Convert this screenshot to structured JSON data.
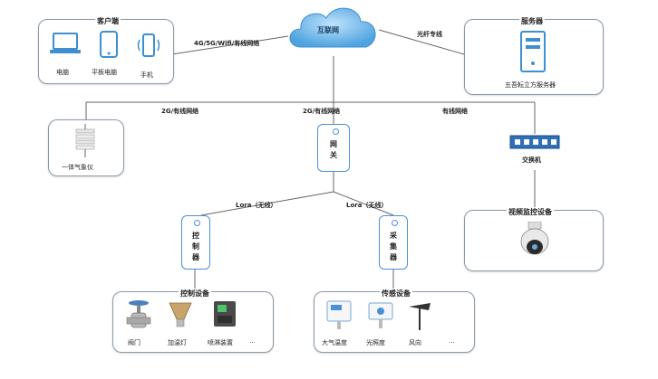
{
  "cloud": {
    "label": "互联网"
  },
  "links": {
    "client_internet": "4G/5G/Wifi/有线网络",
    "internet_server": "光纤专线",
    "gateway_weather": "2G/有线网络",
    "gateway_internet": "2G/有线网络",
    "gateway_switch": "有线网络",
    "gateway_controller": "Lora（无线）",
    "gateway_collector": "Lora（无线）"
  },
  "client": {
    "title": "客户端",
    "items": [
      "电脑",
      "平板电脑",
      "手机"
    ]
  },
  "server": {
    "title": "服务器",
    "label": "五吾耘立方服务器"
  },
  "weather_station": {
    "label": "一体气象仪"
  },
  "gateway": {
    "label_chars": [
      "网",
      "关"
    ]
  },
  "switch": {
    "label": "交换机"
  },
  "video": {
    "title": "视频监控设备"
  },
  "controller": {
    "label_chars": [
      "控",
      "制",
      "器"
    ]
  },
  "collector": {
    "label_chars": [
      "采",
      "集",
      "器"
    ]
  },
  "control_devices": {
    "title": "控制设备",
    "items": [
      "阀门",
      "加温灯",
      "喷淋装置"
    ],
    "more": "..."
  },
  "sensor_devices": {
    "title": "传感设备",
    "items": [
      "大气温度",
      "光照度",
      "风向"
    ],
    "more": "..."
  },
  "colors": {
    "accent": "#4a90d9",
    "cloud": "#6fb6ea",
    "line": "#555555"
  }
}
